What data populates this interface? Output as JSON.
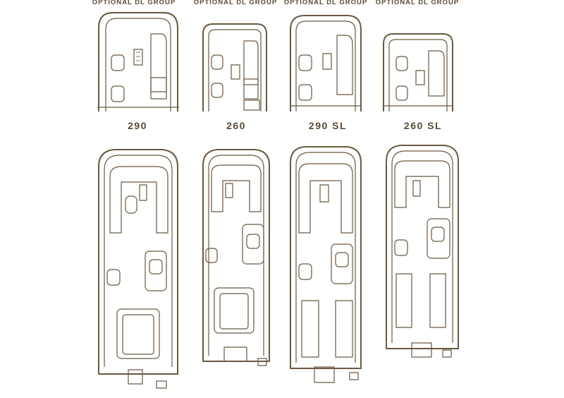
{
  "optional_label": "OPTIONAL DL GROUP",
  "models": [
    {
      "id": "290",
      "label": "290"
    },
    {
      "id": "260",
      "label": "260"
    },
    {
      "id": "290sl",
      "label": "290 SL"
    },
    {
      "id": "260sl",
      "label": "260 SL"
    }
  ],
  "colors": {
    "line": "#6b5840",
    "text": "#5b4a36",
    "background": "#ffffff"
  }
}
